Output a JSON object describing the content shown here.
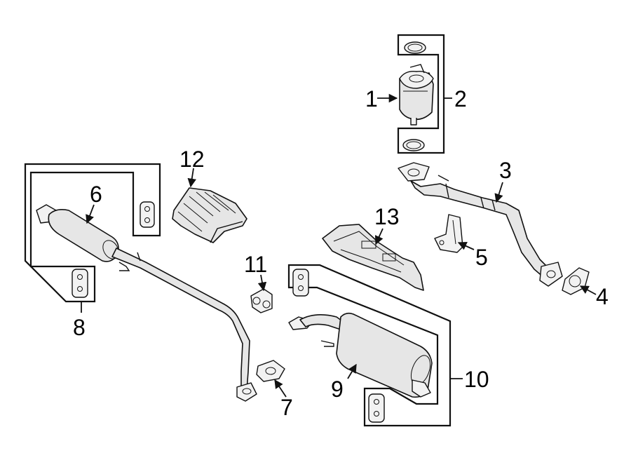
{
  "callouts": {
    "c1": "1",
    "c2": "2",
    "c3": "3",
    "c4": "4",
    "c5": "5",
    "c6": "6",
    "c7": "7",
    "c8": "8",
    "c9": "9",
    "c10": "10",
    "c11": "11",
    "c12": "12",
    "c13": "13"
  },
  "colors": {
    "line": "#111111",
    "fill": "#e6e6e6",
    "background": "#ffffff"
  }
}
